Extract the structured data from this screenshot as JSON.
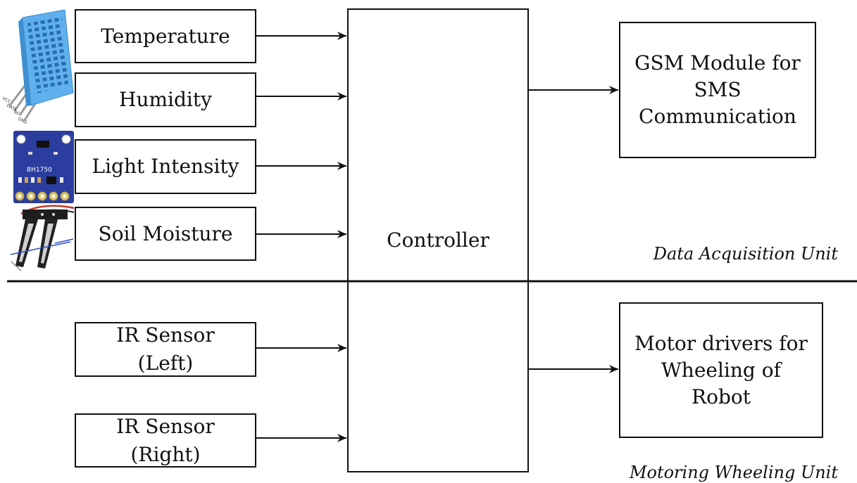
{
  "diagram": {
    "data_acquisition": {
      "inputs": [
        {
          "label": "Temperature"
        },
        {
          "label": "Humidity"
        },
        {
          "label": "Light Intensity"
        },
        {
          "label": "Soil Moisture"
        }
      ],
      "output": {
        "lines": [
          "GSM Module for",
          "SMS",
          "Communication"
        ]
      },
      "unit_label": "Data Acquisition Unit"
    },
    "controller": {
      "label": "Controller"
    },
    "motoring": {
      "inputs": [
        {
          "lines": [
            "IR Sensor",
            "(Left)"
          ]
        },
        {
          "lines": [
            "IR Sensor",
            "(Right)"
          ]
        }
      ],
      "output": {
        "lines": [
          "Motor drivers for",
          "Wheeling of",
          "Robot"
        ]
      },
      "unit_label": "Motoring Wheeling Unit"
    }
  },
  "photos": {
    "dht11": {
      "icon": "dht11-sensor",
      "pin_labels": [
        "VCC",
        "DATA",
        "NC",
        "GND"
      ]
    },
    "bh1750": {
      "icon": "bh1750-light-sensor-board",
      "board_text": "BH1750"
    },
    "soil": {
      "icon": "soil-moisture-probe"
    }
  },
  "colors": {
    "lines": "#111111",
    "background": "#ffffff",
    "sensor_blue": "#5fb0ec",
    "board_blue": "#2b3d9e"
  }
}
